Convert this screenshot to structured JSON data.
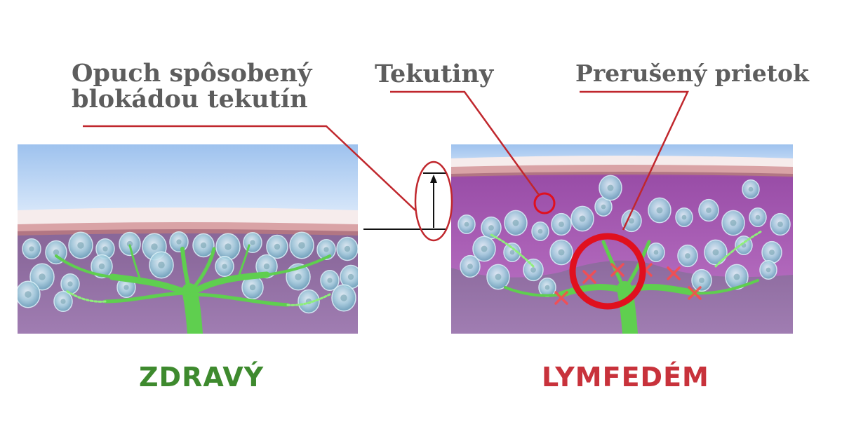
{
  "labels": {
    "swelling_line1": "Opuch spôsobený",
    "swelling_line2": "blokádou tekutín",
    "fluids": "Tekutiny",
    "interrupted_flow": "Prerušený prietok"
  },
  "captions": {
    "healthy": "ZDRAVÝ",
    "lymphedema": "LYMFEDÉM"
  },
  "colors": {
    "label_text": "#5d5d5d",
    "healthy": "#3e8a2e",
    "lymphedema": "#c8323b",
    "leader_line": "#c0272d",
    "highlight_circle": "#e0101e",
    "blocked_marker": "#ff4a4a",
    "lymph_vessel": "#5fcf4f"
  },
  "icons": {
    "blocked": "cross-mark-icon",
    "highlight": "ring-highlight-icon",
    "measure": "arrow-up-icon"
  }
}
